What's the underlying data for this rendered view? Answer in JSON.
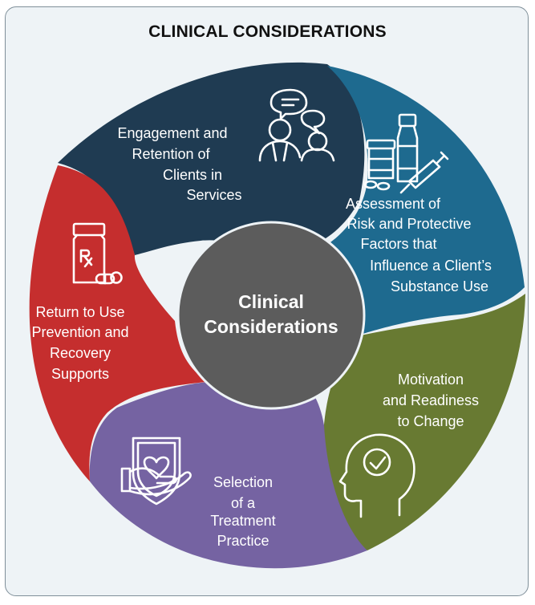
{
  "title": "CLINICAL CONSIDERATIONS",
  "center": {
    "line1": "Clinical",
    "line2": "Considerations"
  },
  "segments": [
    {
      "id": "engagement",
      "lines": [
        "Engagement and",
        "Retention of",
        "Clients in",
        "Services"
      ],
      "color": "#1f3b52",
      "icon": "people-conversation-icon"
    },
    {
      "id": "assessment",
      "lines": [
        "Assessment of",
        "Risk and Protective",
        "Factors that",
        "Influence a Client’s",
        "Substance Use"
      ],
      "color": "#1e6a8f",
      "icon": "medicine-bottles-syringe-icon"
    },
    {
      "id": "motivation",
      "lines": [
        "Motivation",
        "and Readiness",
        "to Change"
      ],
      "color": "#687a32",
      "icon": "head-checkmark-icon"
    },
    {
      "id": "selection",
      "lines": [
        "Selection",
        "of a",
        "Treatment",
        "Practice"
      ],
      "color": "#7563a2",
      "icon": "shield-heart-hand-icon"
    },
    {
      "id": "return",
      "lines": [
        "Return to Use",
        "Prevention and",
        "Recovery",
        "Supports"
      ],
      "color": "#c52e2e",
      "icon": "prescription-bottle-icon"
    }
  ],
  "center_color": "#5c5c5c"
}
